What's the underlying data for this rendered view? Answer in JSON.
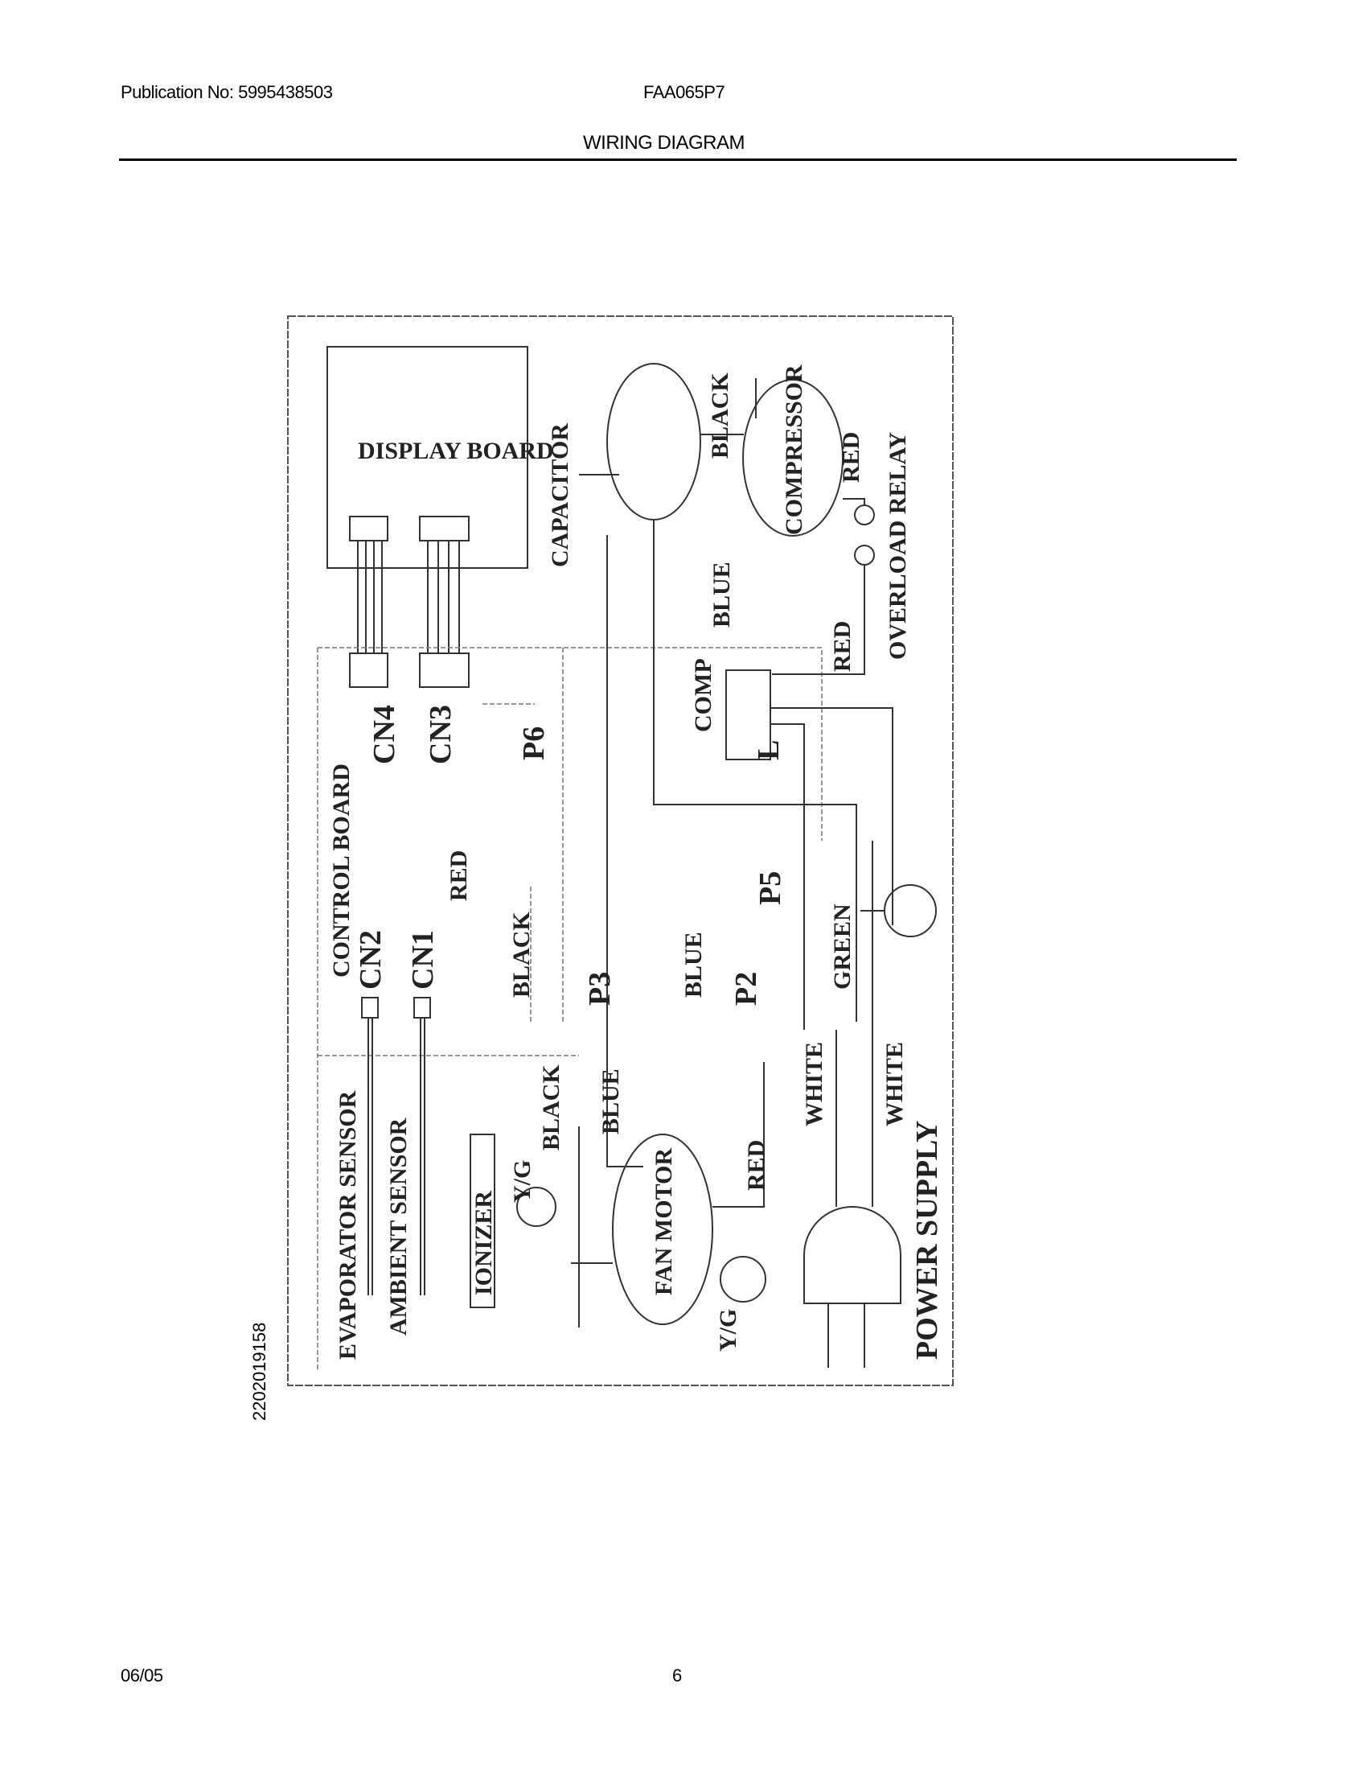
{
  "header": {
    "publication": "Publication No: 5995438503",
    "model": "FAA065P7",
    "title": "WIRING DIAGRAM"
  },
  "side_code": "2202019158",
  "footer": {
    "date": "06/05",
    "page": "6"
  },
  "diagram": {
    "display_board": "DISPLAY BOARD",
    "control_board": "CONTROL BOARD",
    "cn4": "CN4",
    "cn3": "CN3",
    "cn2": "CN2",
    "cn1": "CN1",
    "p6": "P6",
    "p3": "P3",
    "p2": "P2",
    "p5": "P5",
    "capacitor": "CAPACITOR",
    "compressor": "COMPRESSOR",
    "overload_relay": "OVERLOAD RELAY",
    "comp": "COMP",
    "l": "L",
    "fan_motor": "FAN MOTOR",
    "ionizer": "IONIZER",
    "evaporator_sensor": "EVAPORATOR SENSOR",
    "ambient_sensor": "AMBIENT SENSOR",
    "power_supply": "POWER SUPPLY",
    "wire_black_1": "BLACK",
    "wire_blue_1": "BLUE",
    "wire_red_1": "RED",
    "wire_red_2": "RED",
    "wire_red_3": "RED",
    "wire_black_2": "BLACK",
    "wire_blue_2": "BLUE",
    "wire_green": "GREEN",
    "wire_white_1": "WHITE",
    "wire_white_2": "WHITE",
    "wire_blue_3": "BLUE",
    "wire_black_3": "BLACK",
    "wire_red_4": "RED",
    "yg_1": "Y/G",
    "yg_2": "Y/G"
  }
}
